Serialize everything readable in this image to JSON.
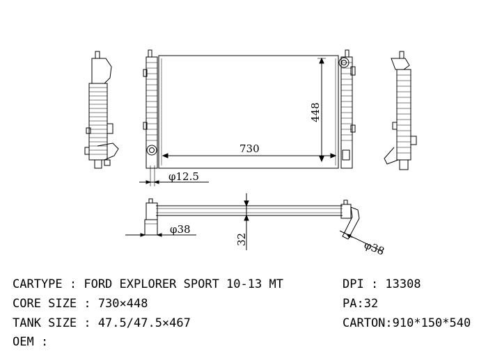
{
  "drawing": {
    "core_width_label": "730",
    "core_height_label": "448",
    "pipe_diameter_label": "φ12.5",
    "inlet_diameter_label": "φ38",
    "outlet_diameter_label": "φ38",
    "thickness_label": "32"
  },
  "specs": {
    "cartype": "CARTYPE : FORD EXPLORER SPORT 10-13 MT",
    "core_size": "CORE SIZE : 730×448",
    "tank_size": "TANK SIZE : 47.5/47.5×467",
    "oem": "OEM :",
    "dpi": "DPI : 13308",
    "pa": "PA:32",
    "carton": "CARTON:910*150*540"
  }
}
